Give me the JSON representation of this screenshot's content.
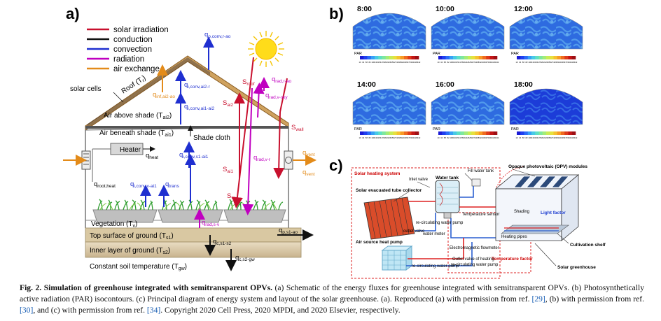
{
  "panel_a": {
    "label": "a)",
    "legend": [
      {
        "label": "solar irradiation",
        "color": "#c8102e"
      },
      {
        "label": "conduction",
        "color": "#111111"
      },
      {
        "label": "convection",
        "color": "#1f2fd0"
      },
      {
        "label": "radiation",
        "color": "#c000c0"
      },
      {
        "label": "air exchange",
        "color": "#e38b1a"
      }
    ],
    "texts": {
      "solar_cells": "solar cells",
      "roof": "Roof (T",
      "roof_sub": "r",
      "air_above": "Air above shade (T",
      "air_above_sub": "ai2",
      "air_beneath": "Air beneath shade (T",
      "air_beneath_sub": "ai1",
      "shade_cloth": "Shade cloth",
      "heater": "Heater",
      "vegetation": "Vegetation (T",
      "vegetation_sub": "v",
      "top_surface": "Top surface of ground (T",
      "top_surface_sub": "s1",
      "inner_layer": "Inner layer of ground (T",
      "inner_layer_sub": "s2",
      "constant_soil": "Constant soil temperature (T",
      "constant_soil_sub": "gw",
      "close_paren": ")"
    },
    "fluxes": {
      "q_o_conv_r_ao": [
        "q",
        "o,conv,r-ao"
      ],
      "q_rad_r_ao": [
        "q",
        "rad,r-ao"
      ],
      "q_i_conv_ai2_r": [
        "q",
        "i,conv,ai2-r"
      ],
      "q_inf_ai2_ao": [
        "q",
        "inf,ai2-ao"
      ],
      "q_rad_v_sky": [
        "q",
        "rad,v-sky"
      ],
      "s_roof": [
        "S",
        "roof"
      ],
      "s_ai2": [
        "S",
        "ai2"
      ],
      "q_i_conv_ai1_ai2": [
        "q",
        "i,conv,ai1-ai2"
      ],
      "s_wall": [
        "S",
        "wall"
      ],
      "q_heat": [
        "q",
        "heat"
      ],
      "q_i_conv_s1_ai1": [
        "q",
        "i,conv,s1-ai1"
      ],
      "q_rad_v_r": [
        "q",
        "rad,v-r"
      ],
      "q_vent_1": [
        "q",
        "vent"
      ],
      "q_vent_2": [
        "q",
        "vent"
      ],
      "s_ai1": [
        "S",
        "ai1"
      ],
      "q_root_heat": [
        "q",
        "root,heat"
      ],
      "q_i_conv_v_ai1": [
        "q",
        "i,conv,v-ai1"
      ],
      "q_trans": [
        "q",
        "trans"
      ],
      "s_v": [
        "S",
        "v"
      ],
      "q_rad_s_v": [
        "q",
        "rad,s-v"
      ],
      "q_c_s1_s2": [
        "q",
        "c,s1-s2"
      ],
      "q_p_s1_ao": [
        "q",
        "p,s1-ao"
      ],
      "q_c_s2_gw": [
        "q",
        "c,s2-gw"
      ]
    }
  },
  "panel_b": {
    "label": "b)",
    "maps": [
      {
        "time": "8:00"
      },
      {
        "time": "10:00"
      },
      {
        "time": "12:00"
      },
      {
        "time": "14:00"
      },
      {
        "time": "16:00"
      },
      {
        "time": "18:00"
      }
    ],
    "colorbar_label": "PAR",
    "colorbar_ticks": [
      "10",
      "34",
      "58",
      "82",
      "106",
      "130",
      "154",
      "178",
      "202",
      "226",
      "250",
      "274",
      "298",
      "322",
      "346",
      "370",
      "394",
      "418",
      "442"
    ],
    "colorbar_colors": [
      "#1b1bd6",
      "#1f3ff0",
      "#2a6cf8",
      "#37a0f6",
      "#48c9e6",
      "#5fdfc4",
      "#7ee79e",
      "#a3ec78",
      "#c8ec56",
      "#e6e13e",
      "#f5c22f",
      "#f79a26",
      "#ef6b1f",
      "#de3b1a",
      "#c41616",
      "#9e0f14"
    ]
  },
  "panel_c": {
    "label": "c)",
    "texts": {
      "solar_heating_system": "Solar heating system",
      "water_tank": "Water tank",
      "fill_water_tank": "Fill water tank",
      "opv_modules": "Opaque photovoltaic (OPV) modules",
      "inlet_valve": "Inlet valve",
      "collector": "Solar evacuated tube collector",
      "temperature_sensor": "Temperature sensor",
      "circ_pump_1": "re-circulating water pump",
      "outlet_valve": "outlet valve",
      "water_meter": "water meter",
      "shading": "Shading",
      "light_factor": "Light factor",
      "heating_pipes": "Heating pipes",
      "air_source_heat_pump": "Air source heat pump",
      "electromagnetic_flowmeter": "Electromagnetic flowmeter",
      "outlet_valve_heating": "Outlet valve of heating",
      "circ_pump_2": "re-circulating water pump",
      "circ_pump_3": "re-circulating water pump",
      "cultivation_shelf": "Cultivation shelf",
      "temperature_factor": "Temperature factor",
      "solar_greenhouse": "Solar greenhouse"
    }
  },
  "caption": {
    "title": "Fig. 2. Simulation of greenhouse integrated with semitransparent OPVs.",
    "body": " (a) Schematic of the energy fluxes for greenhouse integrated with semitransparent OPVs. (b) Photosynthetically active radiation (PAR) isocontours. (c) Principal diagram of energy system and layout of the solar greenhouse. (a). Reproduced (a) with permission from ref. ",
    "ref1": "[29]",
    "mid1": ", (b) with permission from ref. ",
    "ref2": "[30]",
    "mid2": ", and (c) with permission from ref. ",
    "ref3": "[34]",
    "end": ". Copyright 2020 Cell Press, 2020 MPDI, and 2020 Elsevier, respectively."
  }
}
